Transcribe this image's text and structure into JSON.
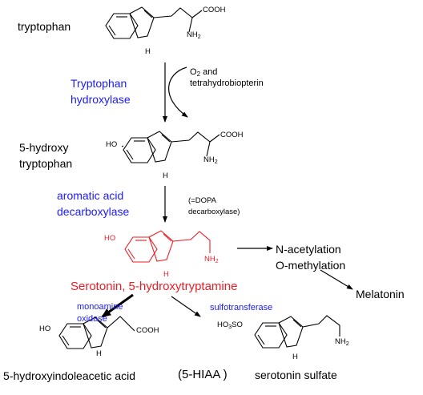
{
  "compounds": {
    "tryptophan": "tryptophan",
    "hydroxy_line1": "5-hydroxy",
    "hydroxy_line2": "tryptophan",
    "serotonin": "Serotonin, 5-hydroxytryptamine",
    "hiaa": "5-hydroxyindoleacetic acid",
    "hiaa_abbrev": "(5-HIAA )",
    "serotonin_sulfate": "serotonin sulfate",
    "melatonin": "Melatonin"
  },
  "enzymes": {
    "tph_line1": "Tryptophan",
    "tph_line2": "hydroxylase",
    "aadc_line1": "aromatic acid",
    "aadc_line2": "decarboxylase",
    "mao_line1": "monoamine",
    "mao_line2": "oxidase",
    "sulfo": "sulfotransferase"
  },
  "cofactors": {
    "o2_pre": "O",
    "o2_sub": "2",
    "o2_post": " and",
    "bh4": "tetrahydrobiopterin",
    "dopa_line1": "(=DOPA",
    "dopa_line2": "decarboxylase)"
  },
  "steps": {
    "acetylation": "N-acetylation",
    "methylation": "O-methylation"
  },
  "atoms": {
    "cooh": "COOH",
    "nh": "NH",
    "sub2": "2",
    "h": "H",
    "ho": "HO",
    "ho3_pre": "HO",
    "ho3_sub": "3",
    "ho3_post": "SO"
  },
  "colors": {
    "enzyme": "#1a1aff",
    "highlight": "#ee1c25",
    "ink": "#000000"
  }
}
